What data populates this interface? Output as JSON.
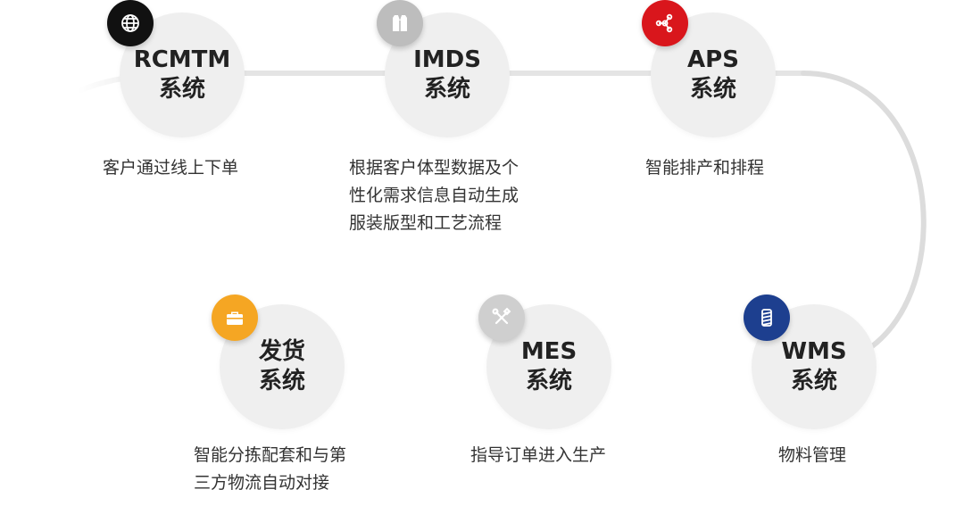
{
  "nodes": [
    {
      "title_lines": [
        "RCMTM",
        "系统"
      ],
      "desc_lines": [
        "客户通过线上下单"
      ],
      "icon": "globe-icon",
      "color": "#111111"
    },
    {
      "title_lines": [
        "IMDS",
        "系统"
      ],
      "desc_lines": [
        "根据客户体型数据及个",
        "性化需求信息自动生成",
        "服装版型和工艺流程"
      ],
      "icon": "suit-icon",
      "color": "#bdbdbd"
    },
    {
      "title_lines": [
        "APS",
        "系统"
      ],
      "desc_lines": [
        "智能排产和排程"
      ],
      "icon": "share-nodes-icon",
      "color": "#d9161c"
    },
    {
      "title_lines": [
        "WMS",
        "系统"
      ],
      "desc_lines": [
        "物料管理"
      ],
      "icon": "thread-spool-icon",
      "color": "#1d3f8f"
    },
    {
      "title_lines": [
        "MES",
        "系统"
      ],
      "desc_lines": [
        "指导订单进入生产"
      ],
      "icon": "tools-icon",
      "color": "#cfcfcf"
    },
    {
      "title_lines": [
        "发货",
        "系统"
      ],
      "desc_lines": [
        "智能分拣配套和与第",
        "三方物流自动对接"
      ],
      "icon": "toolbox-icon",
      "color": "#f5a623"
    }
  ]
}
